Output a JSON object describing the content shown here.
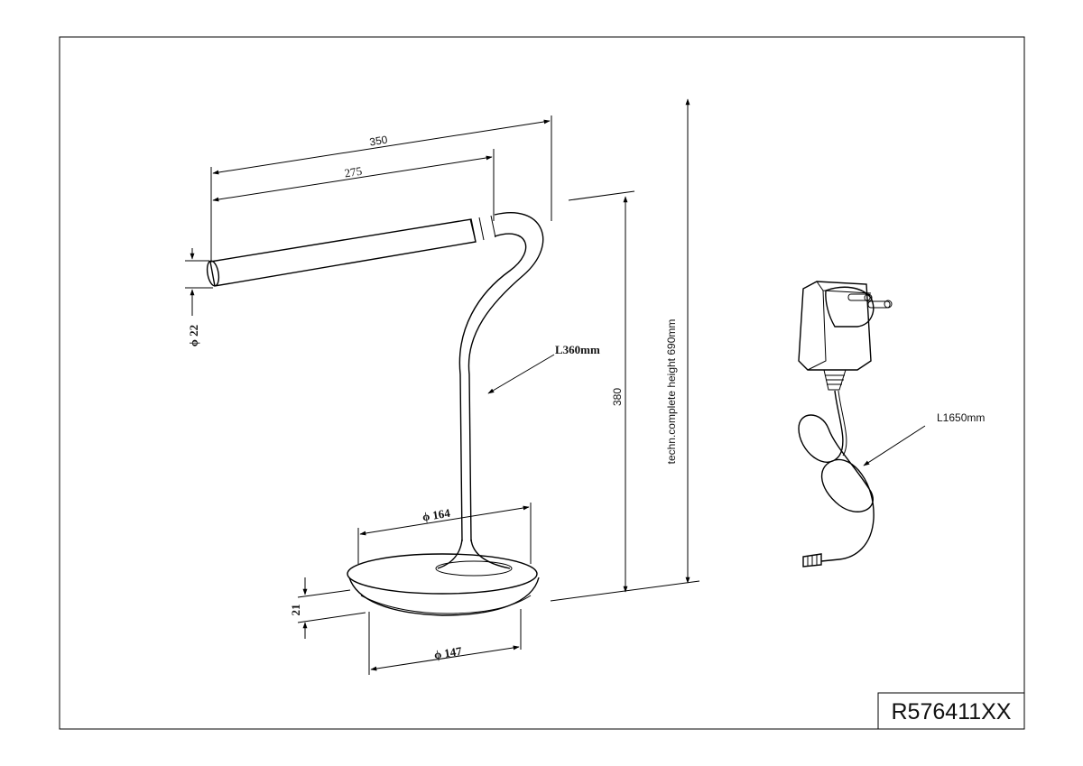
{
  "product_code": "R576411XX",
  "dimensions": {
    "total_length": "350",
    "arm_length": "275",
    "head_diameter": "ϕ 22",
    "flex_length": "L360mm",
    "lamp_height": "380",
    "complete_height": "techn.complete height 690mm",
    "base_top_diameter": "ϕ 164",
    "base_bottom_diameter": "ϕ 147",
    "base_height": "21",
    "cable_length": "L1650mm"
  }
}
